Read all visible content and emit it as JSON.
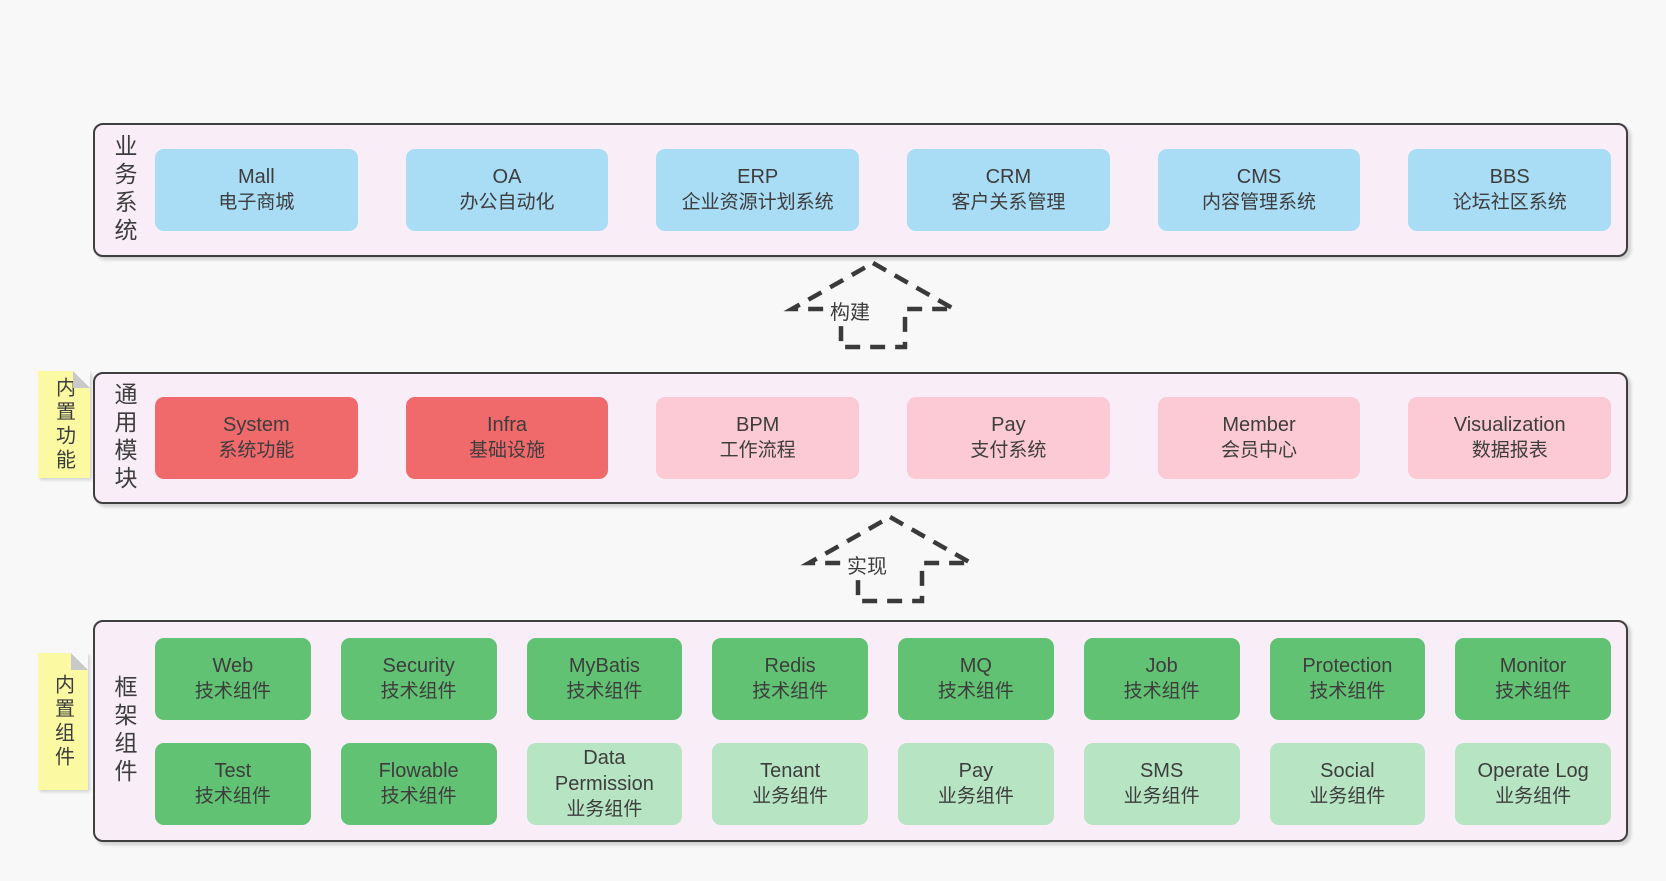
{
  "colors": {
    "page_bg": "#f8f8f8",
    "container_bg": "#f9eef7",
    "container_border": "#3f3f3f",
    "text": "#3d3d3d",
    "blue": "#a9dcf5",
    "red": "#f0696b",
    "pink": "#fbcad4",
    "green": "#61c273",
    "lightgreen": "#b7e4c2",
    "sticky": "#fbf9a2",
    "sticky_fold": "#c9c9c9",
    "arrow": "#3a3a3a"
  },
  "arrows": [
    {
      "label": "构建"
    },
    {
      "label": "实现"
    }
  ],
  "layers": [
    {
      "label": "业务系统",
      "note": null,
      "rows": [
        [
          {
            "title": "Mall",
            "subtitle": "电子商城",
            "color": "blue"
          },
          {
            "title": "OA",
            "subtitle": "办公自动化",
            "color": "blue"
          },
          {
            "title": "ERP",
            "subtitle": "企业资源计划系统",
            "color": "blue"
          },
          {
            "title": "CRM",
            "subtitle": "客户关系管理",
            "color": "blue"
          },
          {
            "title": "CMS",
            "subtitle": "内容管理系统",
            "color": "blue"
          },
          {
            "title": "BBS",
            "subtitle": "论坛社区系统",
            "color": "blue"
          }
        ]
      ]
    },
    {
      "label": "通用模块",
      "note": "内置功能",
      "rows": [
        [
          {
            "title": "System",
            "subtitle": "系统功能",
            "color": "red"
          },
          {
            "title": "Infra",
            "subtitle": "基础设施",
            "color": "red"
          },
          {
            "title": "BPM",
            "subtitle": "工作流程",
            "color": "pink"
          },
          {
            "title": "Pay",
            "subtitle": "支付系统",
            "color": "pink"
          },
          {
            "title": "Member",
            "subtitle": "会员中心",
            "color": "pink"
          },
          {
            "title": "Visualization",
            "subtitle": "数据报表",
            "color": "pink"
          }
        ]
      ]
    },
    {
      "label": "框架组件",
      "note": "内置组件",
      "rows": [
        [
          {
            "title": "Web",
            "subtitle": "技术组件",
            "color": "green"
          },
          {
            "title": "Security",
            "subtitle": "技术组件",
            "color": "green"
          },
          {
            "title": "MyBatis",
            "subtitle": "技术组件",
            "color": "green"
          },
          {
            "title": "Redis",
            "subtitle": "技术组件",
            "color": "green"
          },
          {
            "title": "MQ",
            "subtitle": "技术组件",
            "color": "green"
          },
          {
            "title": "Job",
            "subtitle": "技术组件",
            "color": "green"
          },
          {
            "title": "Protection",
            "subtitle": "技术组件",
            "color": "green"
          },
          {
            "title": "Monitor",
            "subtitle": "技术组件",
            "color": "green"
          }
        ],
        [
          {
            "title": "Test",
            "subtitle": "技术组件",
            "color": "green"
          },
          {
            "title": "Flowable",
            "subtitle": "技术组件",
            "color": "green"
          },
          {
            "title": "Data Permission",
            "subtitle": "业务组件",
            "color": "lightgreen"
          },
          {
            "title": "Tenant",
            "subtitle": "业务组件",
            "color": "lightgreen"
          },
          {
            "title": "Pay",
            "subtitle": "业务组件",
            "color": "lightgreen"
          },
          {
            "title": "SMS",
            "subtitle": "业务组件",
            "color": "lightgreen"
          },
          {
            "title": "Social",
            "subtitle": "业务组件",
            "color": "lightgreen"
          },
          {
            "title": "Operate Log",
            "subtitle": "业务组件",
            "color": "lightgreen"
          }
        ]
      ]
    }
  ]
}
